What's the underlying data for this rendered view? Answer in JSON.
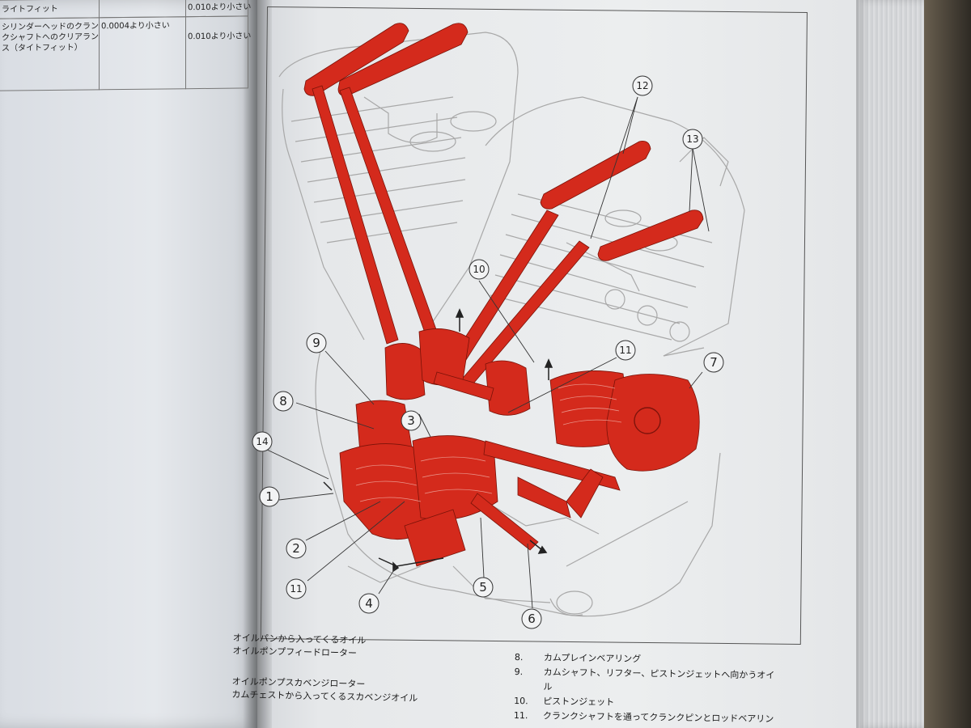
{
  "table": {
    "rows": [
      {
        "item": "ライトフィット",
        "col2": "",
        "col3": "0.010より小さい"
      },
      {
        "item": "シリンダーヘッドのクランクシャフトへのクリアランス（タイトフィット）",
        "col2": "0.0004より小さい",
        "col3": "0.010より小さい"
      }
    ]
  },
  "callouts": [
    "1",
    "2",
    "3",
    "4",
    "5",
    "6",
    "7",
    "8",
    "9",
    "10",
    "11",
    "11",
    "12",
    "13",
    "14"
  ],
  "legend_left": [
    "オイルパンから入ってくるオイル",
    "オイルポンプフィードローター",
    "オイルポンプスカベンジローター",
    "カムチェストから入ってくるスカベンジオイル"
  ],
  "legend_right": [
    {
      "num": "8.",
      "text": "カムプレインベアリング"
    },
    {
      "num": "9.",
      "text": "カムシャフト、リフター、ピストンジェットへ向かうオイ"
    },
    {
      "num": "",
      "text": "ル"
    },
    {
      "num": "10.",
      "text": "ピストンジェット"
    },
    {
      "num": "11.",
      "text": "クランクシャフトを通ってクランクピンとロッドベアリン"
    }
  ],
  "colors": {
    "oil_red": "#d42a1c",
    "outline": "#9a9a9a"
  }
}
